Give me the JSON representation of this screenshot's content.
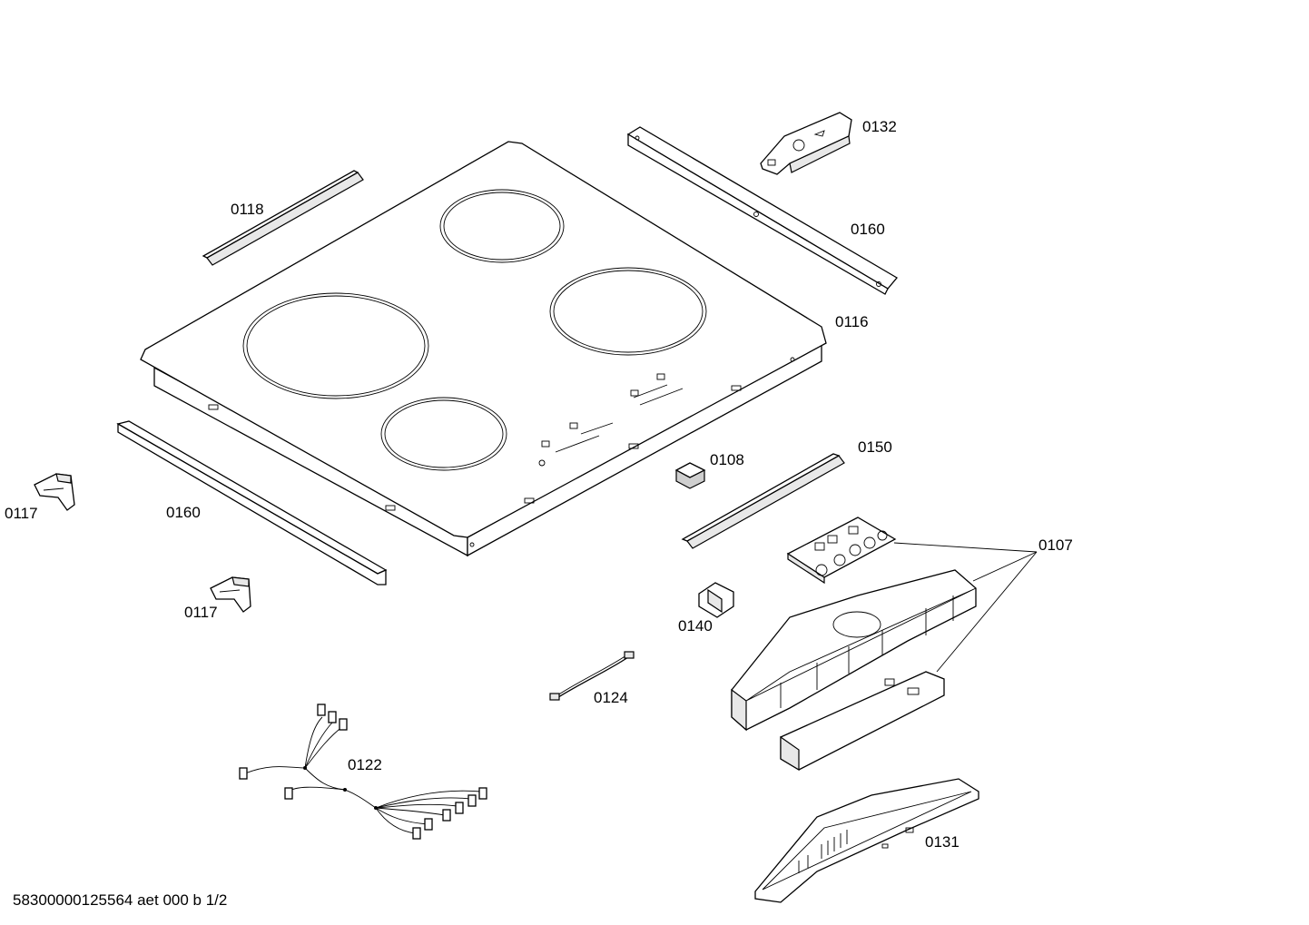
{
  "labels": {
    "p0132": "0132",
    "p0118": "0118",
    "p0160_top": "0160",
    "p0116": "0116",
    "p0108": "0108",
    "p0150": "0150",
    "p0117_left": "0117",
    "p0160_bottom": "0160",
    "p0107": "0107",
    "p0117_bottom": "0117",
    "p0140": "0140",
    "p0124": "0124",
    "p0122": "0122",
    "p0131": "0131"
  },
  "footer": {
    "document_id": "58300000125564 aet 000 b 1/2"
  }
}
